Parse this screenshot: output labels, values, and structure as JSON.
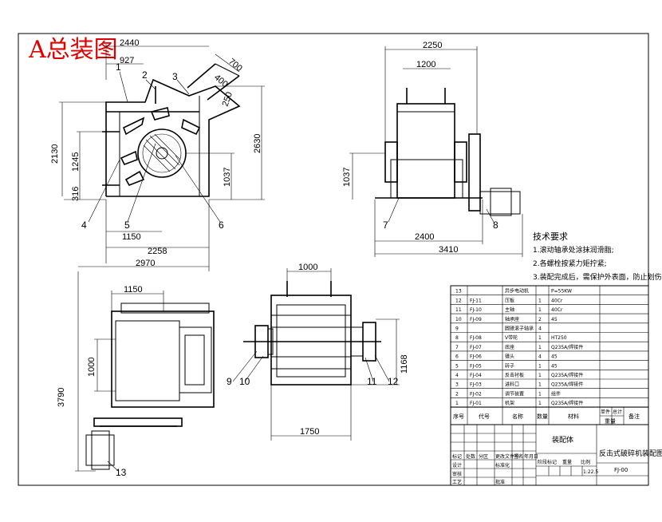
{
  "title": "A总装图",
  "dimensions": {
    "front_top": "2440",
    "front_upper": "927",
    "front_700": "700",
    "front_400": "400",
    "front_250": "250",
    "front_2130": "2130",
    "front_1245": "1245",
    "front_316": "316",
    "front_1037": "1037",
    "front_2630": "2630",
    "front_1150": "1150",
    "front_2258": "2258",
    "front_2970": "2970",
    "side_2250": "2250",
    "side_1200": "1200",
    "side_1037": "1037",
    "side_2400": "2400",
    "side_3410": "3410",
    "plan_1150": "1150",
    "plan_1000": "1000",
    "plan_3790": "3790",
    "rotor_1000": "1000",
    "rotor_1168": "1168",
    "rotor_1750": "1750"
  },
  "callouts": [
    "1",
    "2",
    "3",
    "4",
    "5",
    "6",
    "7",
    "8",
    "9",
    "10",
    "11",
    "12",
    "13"
  ],
  "technical_requirements": {
    "heading": "技术要求",
    "items": [
      "1.滚动轴承处涂抹润滑脂;",
      "2.各螺栓按紧力矩拧紧;",
      "3.装配完成后，需保护外表面，防止划伤;"
    ]
  },
  "bom": {
    "rows": [
      {
        "no": "13",
        "code": "",
        "name": "异步电动机",
        "qty": "",
        "material": "P=55KW"
      },
      {
        "no": "12",
        "code": "FJ-11",
        "name": "压板",
        "qty": "1",
        "material": "40Cr"
      },
      {
        "no": "11",
        "code": "FJ-10",
        "name": "主轴",
        "qty": "1",
        "material": "40Cr"
      },
      {
        "no": "10",
        "code": "FJ-09",
        "name": "轴承座",
        "qty": "2",
        "material": "45"
      },
      {
        "no": "9",
        "code": "",
        "name": "圆锥滚子轴承",
        "qty": "4",
        "material": ""
      },
      {
        "no": "8",
        "code": "FJ-08",
        "name": "V带轮",
        "qty": "1",
        "material": "HT250"
      },
      {
        "no": "7",
        "code": "FJ-07",
        "name": "底座",
        "qty": "1",
        "material": "Q235A/焊接件"
      },
      {
        "no": "6",
        "code": "FJ-06",
        "name": "锤头",
        "qty": "4",
        "material": "45"
      },
      {
        "no": "5",
        "code": "FJ-05",
        "name": "转子",
        "qty": "1",
        "material": "45"
      },
      {
        "no": "4",
        "code": "FJ-04",
        "name": "反击衬板",
        "qty": "1",
        "material": "Q235A/焊接件"
      },
      {
        "no": "3",
        "code": "FJ-03",
        "name": "进料口",
        "qty": "1",
        "material": "Q235A/焊接件"
      },
      {
        "no": "2",
        "code": "FJ-02",
        "name": "调节装置",
        "qty": "1",
        "material": "组件"
      },
      {
        "no": "1",
        "code": "FJ-01",
        "name": "机架",
        "qty": "1",
        "material": "Q235A/焊接件"
      }
    ],
    "header": {
      "no": "序号",
      "code": "代号",
      "name": "名称",
      "qty": "数量",
      "material": "材料",
      "unit_weight": "单件",
      "total_weight": "总计",
      "weight": "重量",
      "remark": "备注"
    }
  },
  "title_block": {
    "assembly": "装配体",
    "drawing_name": "反击式破碎机装配图",
    "drawing_no": "FJ-00",
    "scale": "1:22.5",
    "labels": [
      "标记",
      "处数",
      "分区",
      "更改文件号",
      "签名",
      "年月日",
      "设计",
      "标准化",
      "审核",
      "工艺",
      "批准",
      "阶段标记",
      "重量",
      "比例"
    ]
  }
}
